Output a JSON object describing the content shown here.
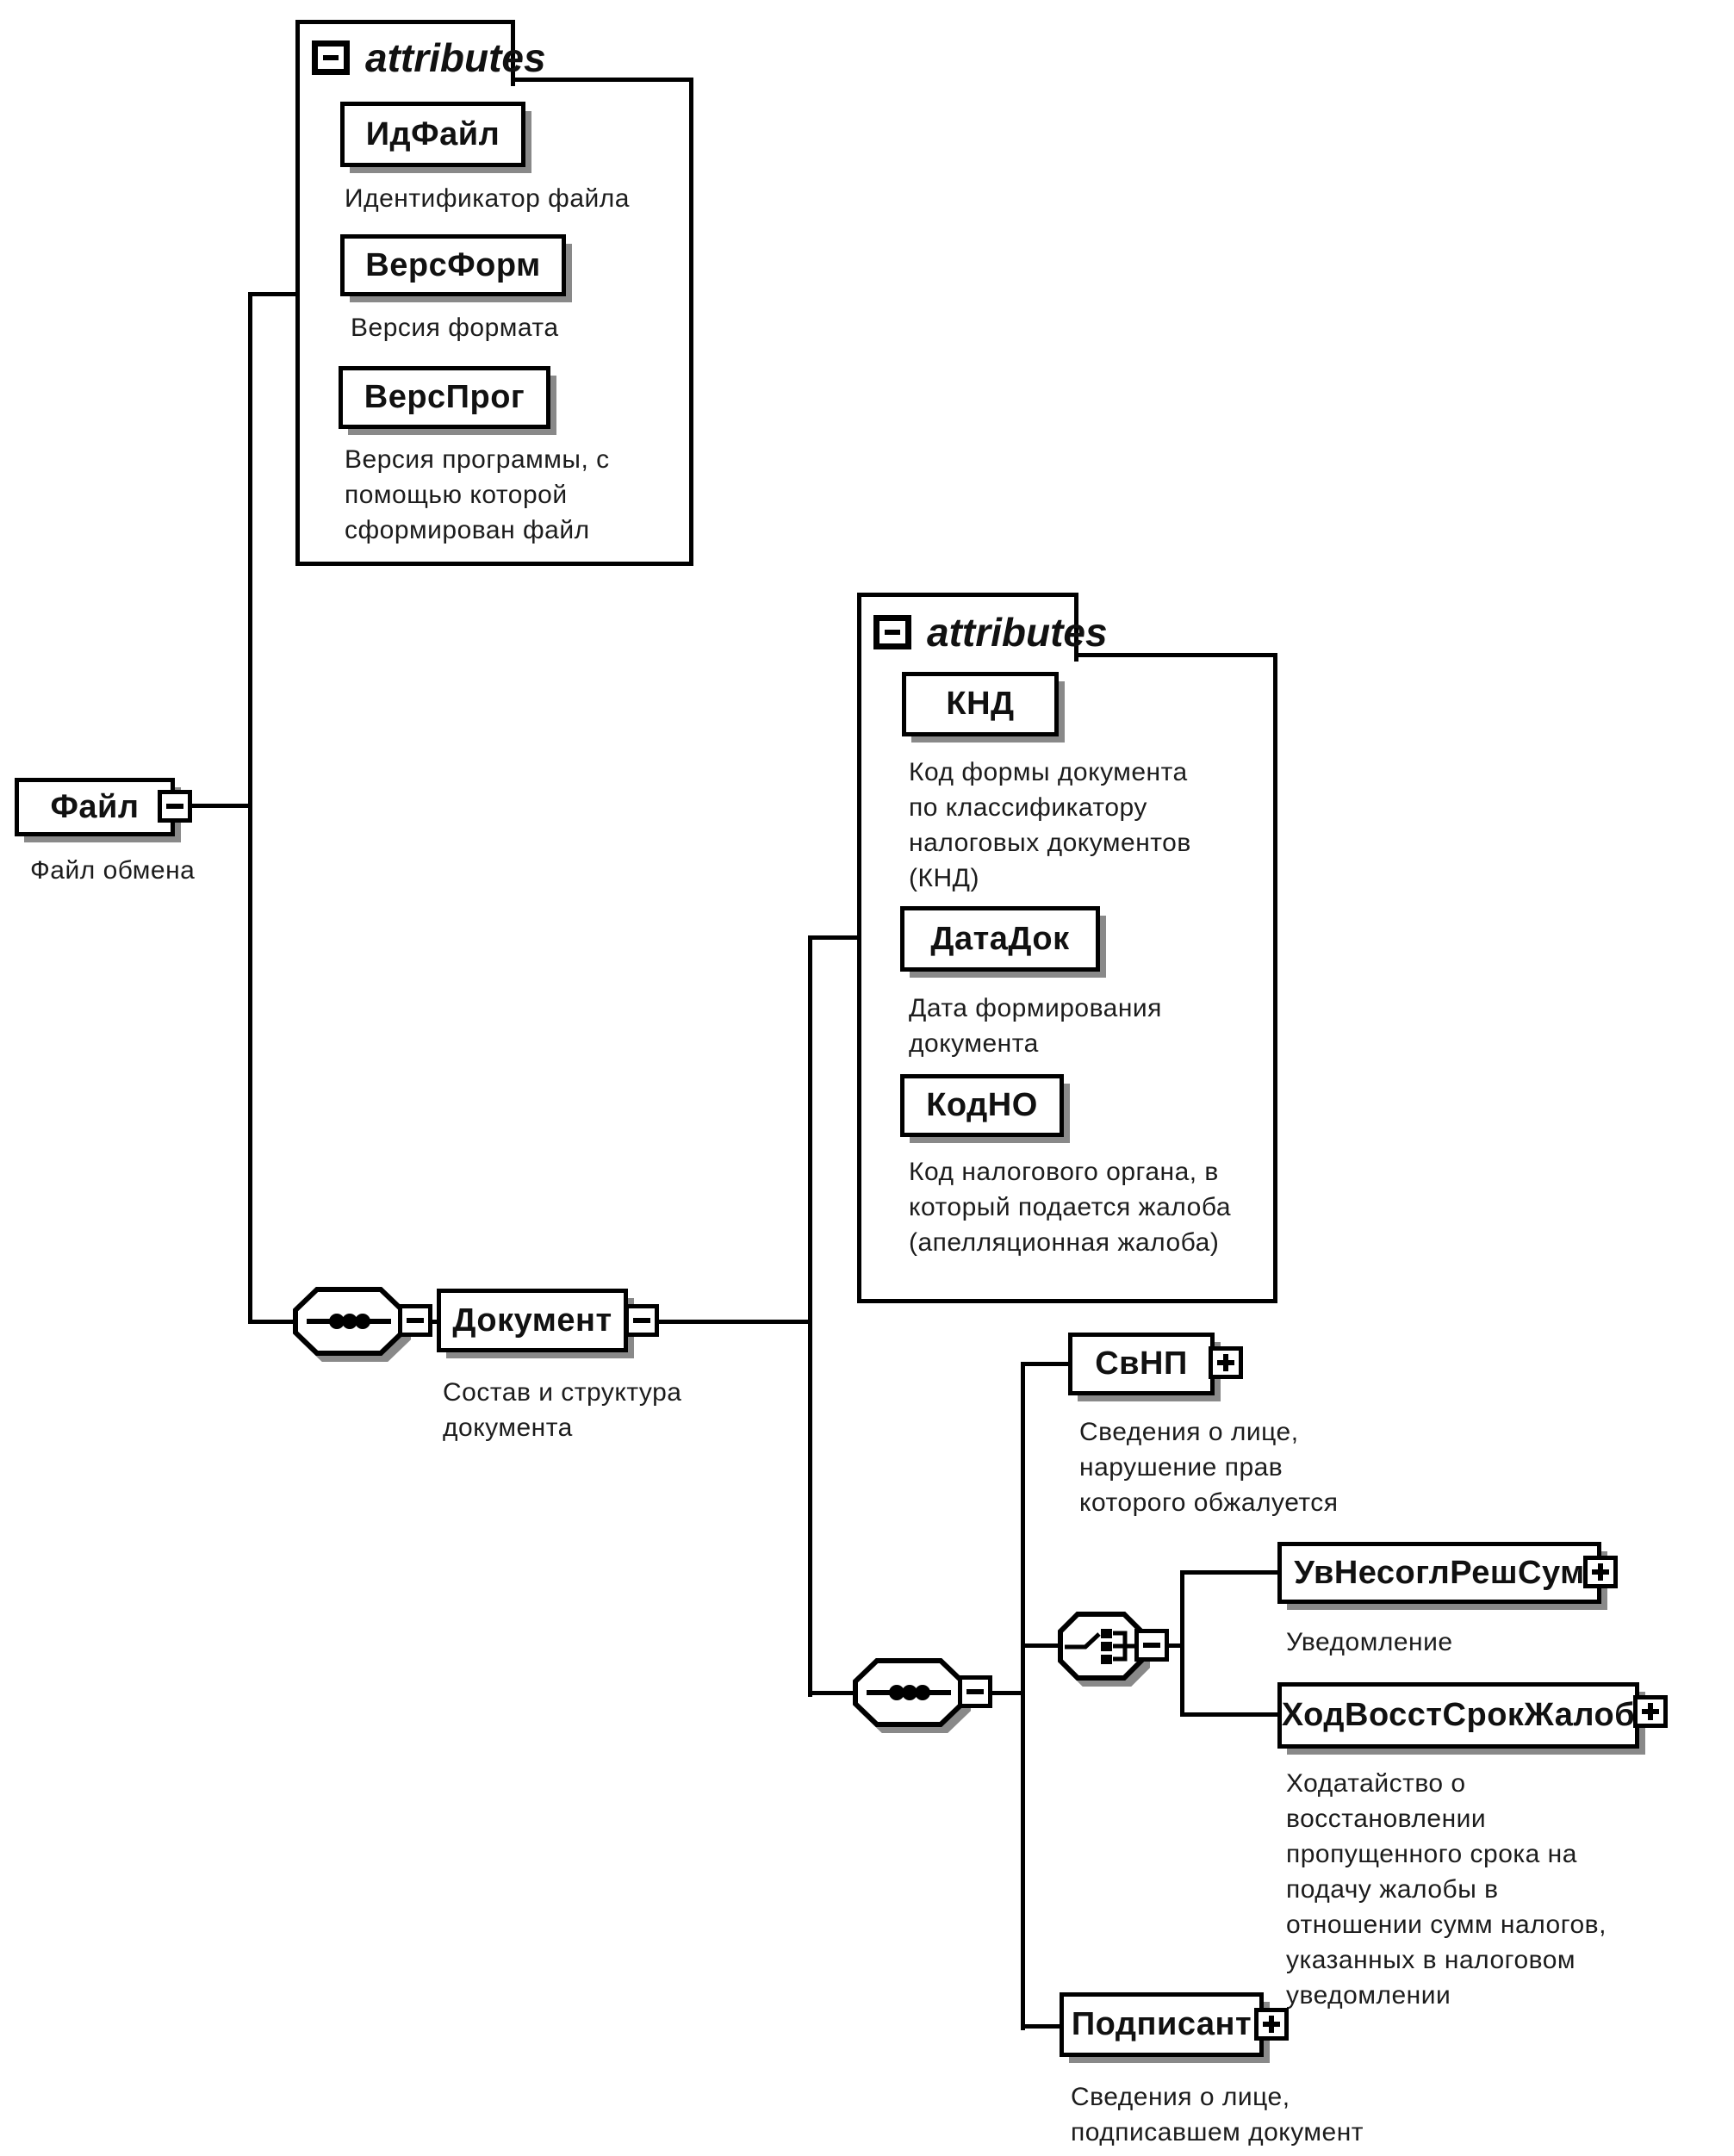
{
  "diagram": {
    "attributes_label": "attributes",
    "file": {
      "name": "Файл",
      "desc": "Файл обмена"
    },
    "file_attrs": [
      {
        "name": "ИдФайл",
        "desc": "Идентификатор файла"
      },
      {
        "name": "ВерсФорм",
        "desc": "Версия формата"
      },
      {
        "name": "ВерсПрог",
        "desc": "Версия программы, с помощью которой сформирован файл"
      }
    ],
    "document": {
      "name": "Документ",
      "desc": "Состав и структура документа"
    },
    "doc_attrs": [
      {
        "name": "КНД",
        "desc": "Код формы документа по классификатору налоговых документов (КНД)"
      },
      {
        "name": "ДатаДок",
        "desc": "Дата формирования документа"
      },
      {
        "name": "КодНО",
        "desc": "Код налогового органа, в который подается жалоба (апелляционная жалоба)"
      }
    ],
    "children": [
      {
        "name": "СвНП",
        "desc": "Сведения о лице, нарушение прав которого обжалуется"
      },
      {
        "name": "УвНесоглРешСум",
        "desc": "Уведомление"
      },
      {
        "name": "ХодВосстСрокЖалоб",
        "desc": "Ходатайство о восстановлении пропущенного срока на подачу жалобы в отношении сумм налогов, указанных в налоговом уведомлении"
      },
      {
        "name": "Подписант",
        "desc": "Сведения о лице, подписавшем документ"
      }
    ]
  }
}
